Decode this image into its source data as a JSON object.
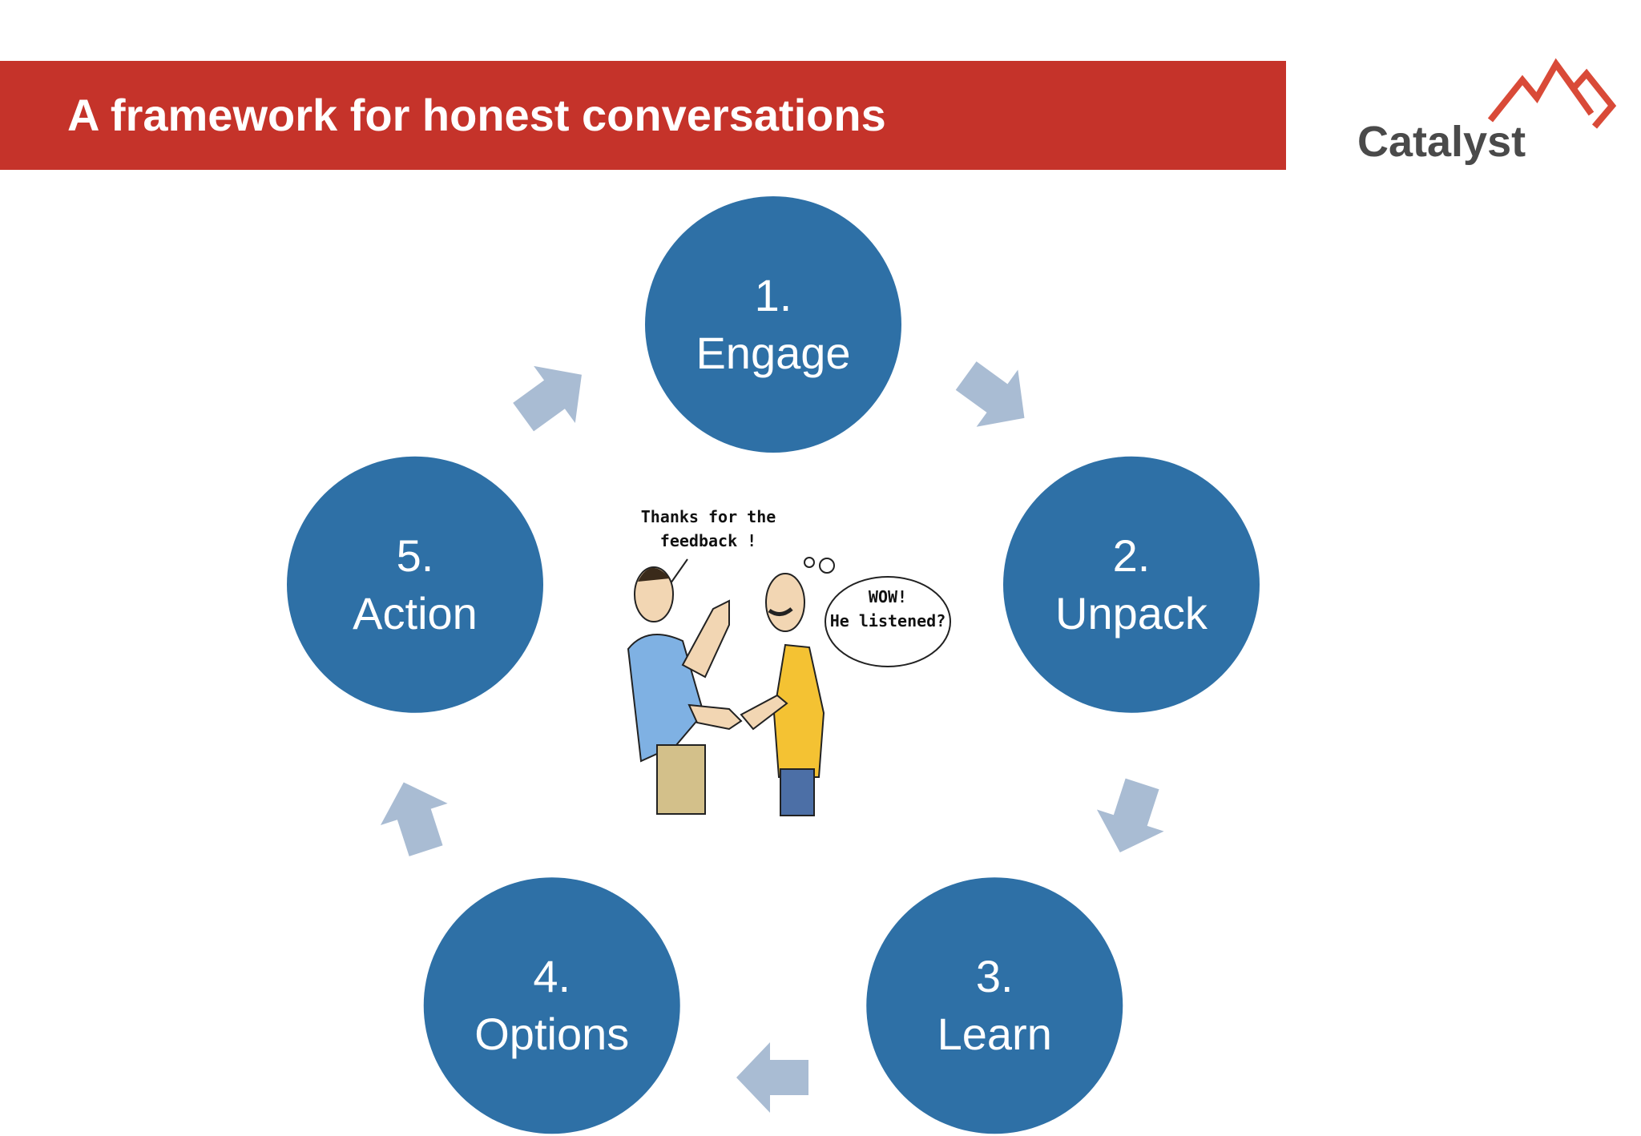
{
  "header": {
    "title": "A framework for honest conversations",
    "bar_color": "#c5332a"
  },
  "logo": {
    "text": "Catalyst",
    "icon": "mountain-peaks-icon",
    "accent_color": "#d94a38"
  },
  "diagram": {
    "type": "cycle",
    "node_color": "#2e70a6",
    "arrow_color": "#a9bcd3",
    "steps": [
      {
        "number": "1.",
        "label": "Engage"
      },
      {
        "number": "2.",
        "label": "Unpack"
      },
      {
        "number": "3.",
        "label": "Learn"
      },
      {
        "number": "4.",
        "label": "Options"
      },
      {
        "number": "5.",
        "label": "Action"
      }
    ]
  },
  "illustration": {
    "icon": "handshake-cartoon-icon",
    "speech_left": [
      "Thanks for the",
      "feedback !"
    ],
    "thought_right": [
      "WOW!",
      "He listened?"
    ]
  }
}
